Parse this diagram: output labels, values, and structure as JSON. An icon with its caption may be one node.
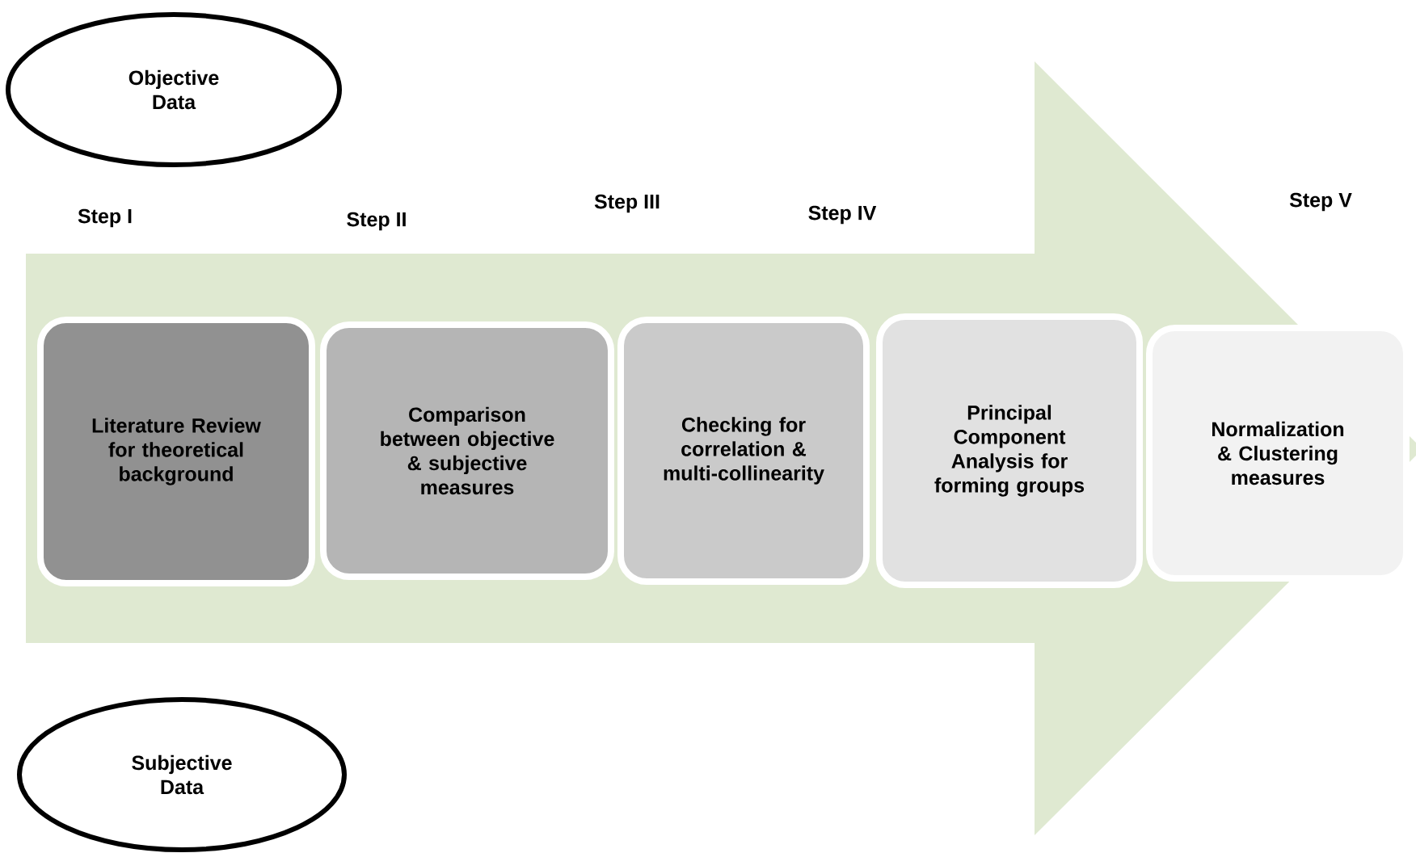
{
  "diagram": {
    "nodes": [
      {
        "text": [
          "Objective Data"
        ]
      },
      {
        "text": [],
        "shape": "arrow"
      },
      {
        "text": [
          "Literature Review for theoretical background"
        ],
        "in": 1
      },
      {
        "text": [
          "Comparison between objective & subjective measures"
        ],
        "in": 1
      },
      {
        "text": [
          "Checking for correlation & multi-collinearity"
        ],
        "in": 1
      },
      {
        "text": [
          "Principal Component Analysis  for forming groups"
        ],
        "in": 1
      },
      {
        "text": [
          "Normalization & Clustering measures"
        ],
        "in": 1
      },
      {
        "text": [
          "Subjective Data"
        ]
      }
    ],
    "labels": [
      "Step I",
      "Step II",
      "Step III",
      "Step IV",
      "Step V"
    ]
  }
}
